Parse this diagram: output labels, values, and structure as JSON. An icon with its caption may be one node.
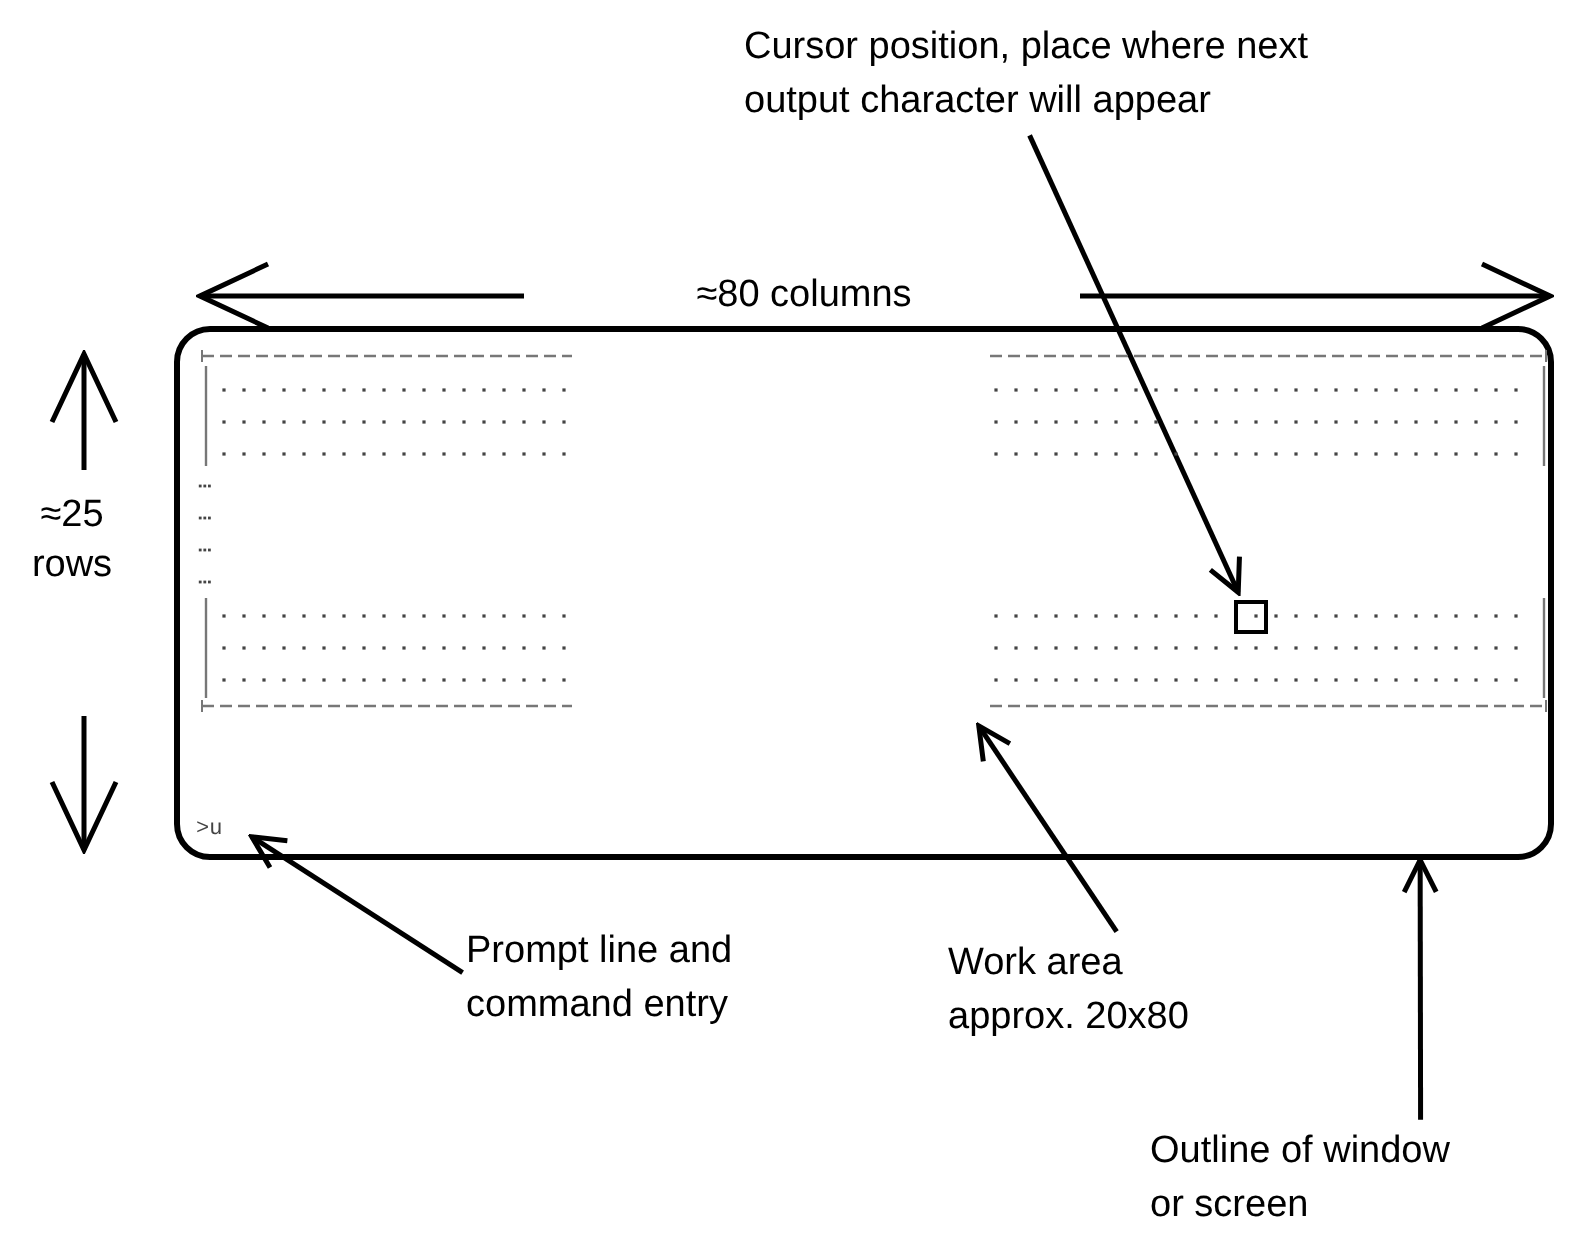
{
  "diagram": {
    "nodes": [
      {
        "text": [],
        "shape": "box"
      },
      {
        "text": [],
        "shape": "box",
        "in": 3
      },
      {
        "text": [
          ">u"
        ],
        "in": 0
      },
      {
        "text": [],
        "shape": "picture",
        "in": 0
      },
      {
        "text": [
          "Cursor position, place where next output character will appear"
        ]
      },
      {
        "text": [
          "Prompt line and command entry"
        ]
      },
      {
        "text": [
          "Work area approx. 20x80"
        ]
      },
      {
        "text": [
          "Outline of window or screen"
        ]
      }
    ],
    "edges": [
      {
        "from": 4,
        "to": 1,
        "arrow": "to"
      },
      {
        "from": 5,
        "to": 2,
        "arrow": "to"
      },
      {
        "from": 6,
        "to": 3,
        "arrow": "to"
      },
      {
        "from": 7,
        "to": 0,
        "arrow": "to"
      }
    ],
    "labels": [
      "≈80 columns",
      "≈25 rows"
    ]
  }
}
